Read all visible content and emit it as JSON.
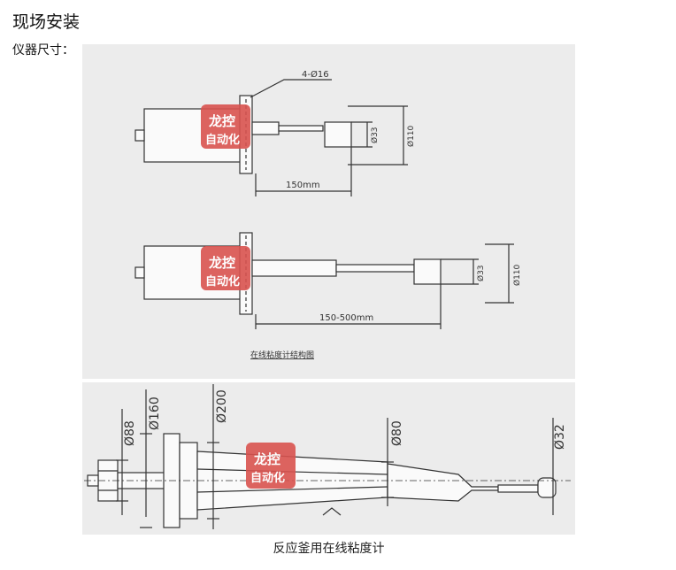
{
  "header": {
    "title": "现场安装",
    "subtitle": "仪器尺寸："
  },
  "top_diagram": {
    "flange_label": "4-Ø16",
    "dim_33": "Ø33",
    "dim_110": "Ø110",
    "length_1": "150mm",
    "length_2": "150-500mm",
    "caption": "在线粘度计结构图"
  },
  "bottom_diagram": {
    "dim_88": "Ø88",
    "dim_160": "Ø160",
    "dim_200": "Ø200",
    "dim_80": "Ø80",
    "dim_32": "Ø32",
    "caption": "反应釜用在线粘度计"
  },
  "watermark": {
    "line1": "龙控",
    "line2": "自动化"
  },
  "colors": {
    "panel_bg": "#ececec",
    "stamp": "#d9534f",
    "line": "#333333"
  }
}
